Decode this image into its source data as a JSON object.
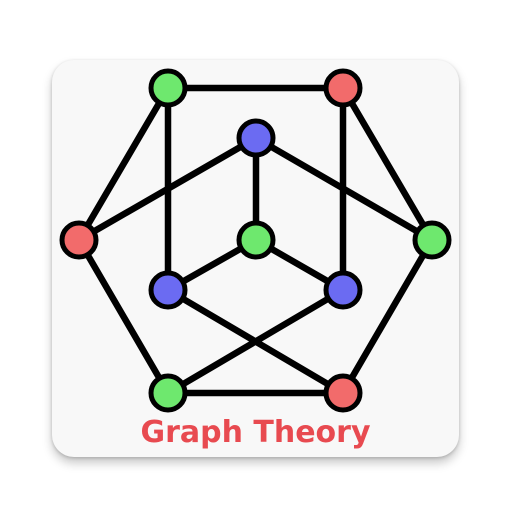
{
  "app": {
    "title": "Graph Theory"
  },
  "colors": {
    "title": "#e84a50",
    "edge": "#000000",
    "node_green": "#6ee86e",
    "node_red": "#f26b6b",
    "node_blue": "#6b6bf2",
    "card": "#f8f8f8"
  },
  "graph": {
    "node_count": 10,
    "nodes": [
      {
        "id": "top-left",
        "color": "green"
      },
      {
        "id": "top-right",
        "color": "red"
      },
      {
        "id": "upper-center",
        "color": "blue"
      },
      {
        "id": "left",
        "color": "red"
      },
      {
        "id": "center",
        "color": "green"
      },
      {
        "id": "right",
        "color": "green"
      },
      {
        "id": "mid-left",
        "color": "blue"
      },
      {
        "id": "mid-right",
        "color": "blue"
      },
      {
        "id": "bottom-left",
        "color": "green"
      },
      {
        "id": "bottom-right",
        "color": "red"
      }
    ],
    "edges": [
      [
        "top-left",
        "top-right"
      ],
      [
        "top-left",
        "left"
      ],
      [
        "top-left",
        "mid-left"
      ],
      [
        "top-right",
        "right"
      ],
      [
        "top-right",
        "mid-right"
      ],
      [
        "upper-center",
        "left"
      ],
      [
        "upper-center",
        "right"
      ],
      [
        "upper-center",
        "center"
      ],
      [
        "center",
        "mid-left"
      ],
      [
        "center",
        "mid-right"
      ],
      [
        "left",
        "bottom-left"
      ],
      [
        "right",
        "bottom-right"
      ],
      [
        "mid-left",
        "bottom-right"
      ],
      [
        "mid-right",
        "bottom-left"
      ],
      [
        "bottom-left",
        "bottom-right"
      ]
    ]
  }
}
